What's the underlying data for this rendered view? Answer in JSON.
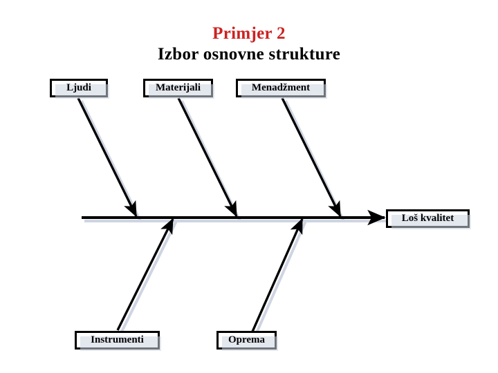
{
  "diagram": {
    "type": "fishbone-ishikawa",
    "title": {
      "line1": "Primjer 2",
      "line2": "Izbor osnovne strukture"
    },
    "colors": {
      "title_accent": "#cc2222",
      "text": "#000000",
      "line": "#000000",
      "shadow": "#ccd3e0",
      "background": "#ffffff"
    },
    "effect": {
      "label": "Loš kvalitet"
    },
    "causes_top": [
      {
        "label": "Ljudi"
      },
      {
        "label": "Materijali"
      },
      {
        "label": "Menadžment"
      }
    ],
    "causes_bottom": [
      {
        "label": "Instrumenti"
      },
      {
        "label": "Oprema"
      }
    ]
  }
}
